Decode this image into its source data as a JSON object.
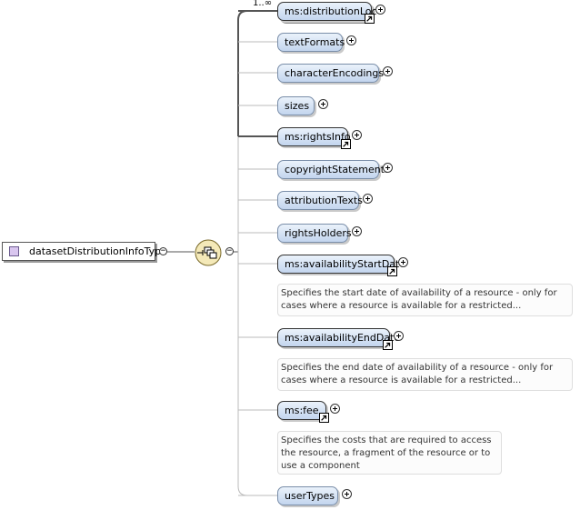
{
  "type": {
    "name": "datasetDistributionInfoType"
  },
  "multiplicity": "1..∞",
  "elements": [
    {
      "label": "ms:distributionLoc",
      "ref": true
    },
    {
      "label": "textFormats",
      "ref": false
    },
    {
      "label": "characterEncodings",
      "ref": false
    },
    {
      "label": "sizes",
      "ref": false
    },
    {
      "label": "ms:rightsInfo",
      "ref": true
    },
    {
      "label": "copyrightStatements",
      "ref": false
    },
    {
      "label": "attributionTexts",
      "ref": false
    },
    {
      "label": "rightsHolders",
      "ref": false
    },
    {
      "label": "ms:availabilityStartDate",
      "ref": true,
      "doc": "Specifies the start date of availability of a resource - only for cases where a resource is available for a restricted..."
    },
    {
      "label": "ms:availabilityEndDate",
      "ref": true,
      "doc": "Specifies the end date of availability of a resource - only for cases where a resource is available for a restricted..."
    },
    {
      "label": "ms:fee",
      "ref": true,
      "doc": "Specifies the costs that are required to access the resource, a fragment of the resource or to use a component"
    },
    {
      "label": "userTypes",
      "ref": false
    }
  ]
}
